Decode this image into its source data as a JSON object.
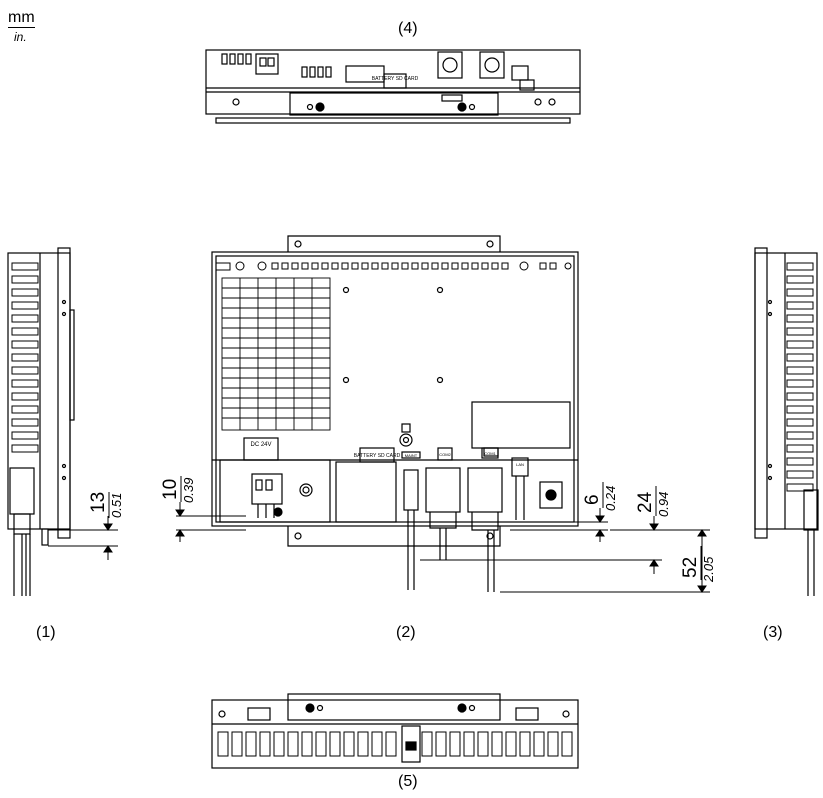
{
  "units": {
    "primary": "mm",
    "secondary": "in."
  },
  "views": {
    "left": {
      "label": "(1)"
    },
    "rear": {
      "label": "(2)"
    },
    "right": {
      "label": "(3)"
    },
    "top": {
      "label": "(4)"
    },
    "bottom": {
      "label": "(5)"
    }
  },
  "rear_markings": {
    "power_terminal": "DC 24V",
    "battery_slot": "BATTERY SD CARD",
    "port_a": "MAINT",
    "port_b": "COM2",
    "port_c": "COM1",
    "port_d": "LAN"
  },
  "top_markings": {
    "battery_slot": "BATTERY SD CARD"
  },
  "dimensions": {
    "terminal_offset": {
      "mm": "10",
      "in": "0.39"
    },
    "side_offset": {
      "mm": "13",
      "in": "0.51"
    },
    "cable_offset": {
      "mm": "6",
      "in": "0.24"
    },
    "connector_depth": {
      "mm": "24",
      "in": "0.94"
    },
    "cable_clearance": {
      "mm": "52",
      "in": "2.05"
    }
  }
}
